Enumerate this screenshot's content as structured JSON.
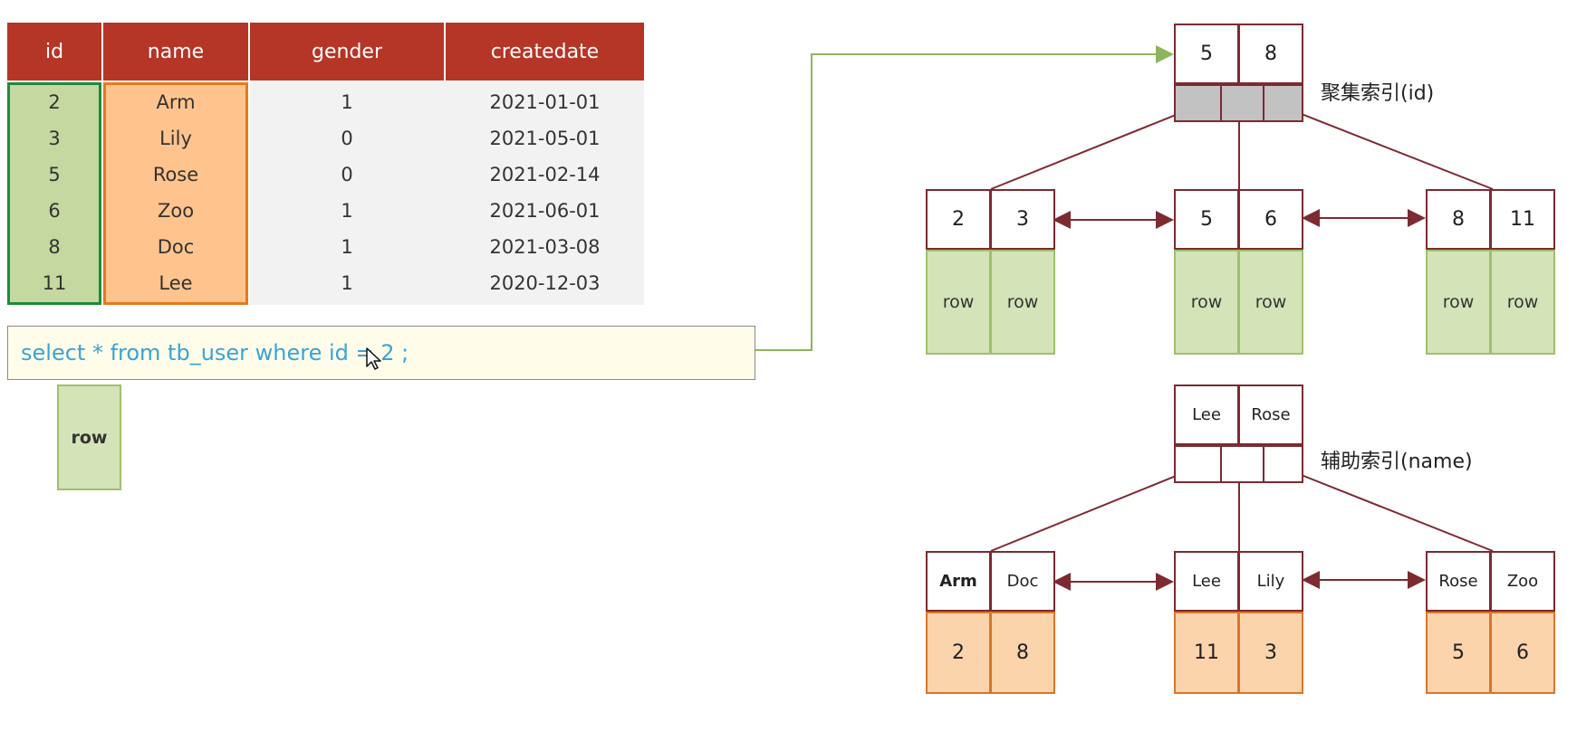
{
  "table": {
    "headers": [
      "id",
      "name",
      "gender",
      "createdate"
    ],
    "rows": [
      [
        "2",
        "Arm",
        "1",
        "2021-01-01"
      ],
      [
        "3",
        "Lily",
        "0",
        "2021-05-01"
      ],
      [
        "5",
        "Rose",
        "0",
        "2021-02-14"
      ],
      [
        "6",
        "Zoo",
        "1",
        "2021-06-01"
      ],
      [
        "8",
        "Doc",
        "1",
        "2021-03-08"
      ],
      [
        "11",
        "Lee",
        "1",
        "2020-12-03"
      ]
    ]
  },
  "query": "select * from tb_user where id = 2 ;",
  "result_row": "row",
  "clustered_index": {
    "label": "聚集索引(id)",
    "root": [
      "5",
      "8"
    ],
    "leaves": [
      {
        "keys": [
          "2",
          "3"
        ],
        "data": [
          "row",
          "row"
        ]
      },
      {
        "keys": [
          "5",
          "6"
        ],
        "data": [
          "row",
          "row"
        ]
      },
      {
        "keys": [
          "8",
          "11"
        ],
        "data": [
          "row",
          "row"
        ]
      }
    ]
  },
  "secondary_index": {
    "label": "辅助索引(name)",
    "root": [
      "Lee",
      "Rose"
    ],
    "leaves": [
      {
        "keys": [
          "Arm",
          "Doc"
        ],
        "data": [
          "2",
          "8"
        ]
      },
      {
        "keys": [
          "Lee",
          "Lily"
        ],
        "data": [
          "11",
          "3"
        ]
      },
      {
        "keys": [
          "Rose",
          "Zoo"
        ],
        "data": [
          "5",
          "6"
        ]
      }
    ]
  },
  "colors": {
    "header": "#b53526",
    "id_column": "#c5d8a0",
    "name_column": "#ffc48d",
    "tree_border": "#7d2a31",
    "query_text": "#3aa3d8",
    "connector": "#8db55e"
  }
}
